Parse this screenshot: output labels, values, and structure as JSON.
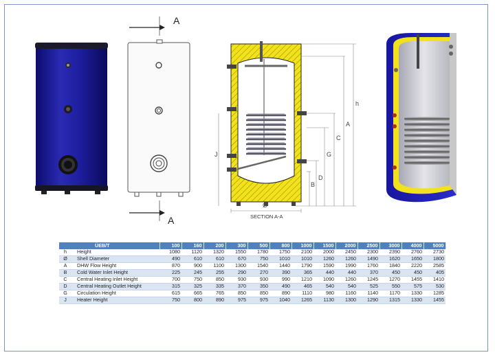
{
  "section_view": {
    "cut_marker": "A",
    "caption": "SECTION A-A",
    "dim_labels": {
      "height": "h",
      "dhw": "A",
      "central_in": "C",
      "circulation": "G",
      "central_out": "D",
      "cold_in": "B",
      "heater": "J",
      "diameter": "Ø"
    }
  },
  "table": {
    "title": "ÜEB/T",
    "columns": [
      "100",
      "160",
      "200",
      "300",
      "500",
      "800",
      "1000",
      "1500",
      "2000",
      "2500",
      "3000",
      "4000",
      "5000"
    ],
    "rows": [
      {
        "symbol": "h",
        "label": "Height",
        "values": [
          "1080",
          "1120",
          "1320",
          "1550",
          "1780",
          "1750",
          "2100",
          "2000",
          "2450",
          "2300",
          "2390",
          "2760",
          "2730"
        ]
      },
      {
        "symbol": "Ø",
        "label": "Shell Diameter",
        "values": [
          "490",
          "610",
          "610",
          "670",
          "750",
          "1010",
          "1010",
          "1260",
          "1260",
          "1490",
          "1620",
          "1650",
          "1800"
        ]
      },
      {
        "symbol": "A",
        "label": "DHW Flow Height",
        "values": [
          "870",
          "900",
          "1100",
          "1300",
          "1540",
          "1440",
          "1790",
          "1590",
          "1990",
          "1760",
          "1840",
          "2220",
          "2585"
        ]
      },
      {
        "symbol": "B",
        "label": "Cold Water Inlet Height",
        "values": [
          "225",
          "245",
          "255",
          "290",
          "270",
          "390",
          "365",
          "440",
          "440",
          "370",
          "450",
          "450",
          "405"
        ]
      },
      {
        "symbol": "C",
        "label": "Central Heating Inlet Height",
        "values": [
          "700",
          "750",
          "850",
          "930",
          "930",
          "990",
          "1210",
          "1090",
          "1260",
          "1245",
          "1270",
          "1455",
          "1410"
        ]
      },
      {
        "symbol": "D",
        "label": "Central Heating Outlet Height",
        "values": [
          "315",
          "325",
          "335",
          "370",
          "350",
          "490",
          "465",
          "540",
          "540",
          "525",
          "550",
          "575",
          "530"
        ]
      },
      {
        "symbol": "G",
        "label": "Circulation Height",
        "values": [
          "615",
          "665",
          "765",
          "850",
          "850",
          "890",
          "1110",
          "980",
          "1160",
          "1140",
          "1170",
          "1330",
          "1285"
        ]
      },
      {
        "symbol": "J",
        "label": "Heater Height",
        "values": [
          "750",
          "800",
          "890",
          "975",
          "975",
          "1040",
          "1265",
          "1130",
          "1300",
          "1290",
          "1315",
          "1330",
          "1455"
        ]
      }
    ]
  },
  "colors": {
    "tank_blue": "#1a1a8c",
    "insulation_yellow": "#f2e21c",
    "header_blue": "#4f81bd",
    "row_tint": "#dbe5f1"
  }
}
